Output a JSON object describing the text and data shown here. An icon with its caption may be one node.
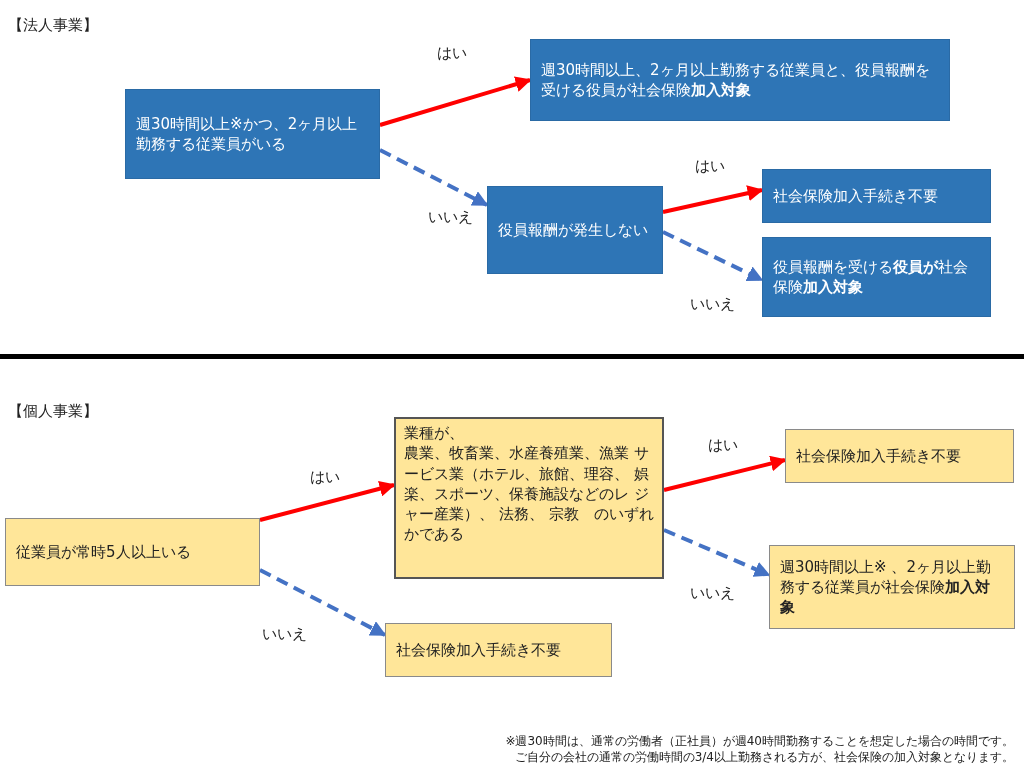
{
  "diagram": {
    "nodes": [
      {
        "text": [
          "週30時間以上※かつ、2ヶ月以上勤務する従業員がいる"
        ]
      },
      {
        "text": [
          "週30時間以上、2ヶ月以上勤務する従業員と、役員報酬を受ける役員が社会保険**加入対象**"
        ]
      },
      {
        "text": [
          "役員報酬が発生しない"
        ]
      },
      {
        "text": [
          "社会保険加入手続き不要"
        ]
      },
      {
        "text": [
          "役員報酬を受ける**役員が**社会保険**加入対象**"
        ]
      },
      {
        "text": [
          "従業員が常時5人以上いる"
        ]
      },
      {
        "text": [
          "業種が、",
          "農業、牧畜業、水産養殖業、漁業 サービス業（ホテル、旅館、理容、 娯楽、スポーツ、保養施設などのレ ジャー産業）、 法務、 宗教　のいずれかである"
        ]
      },
      {
        "text": [
          "社会保険加入手続き不要"
        ]
      },
      {
        "text": [
          "社会保険加入手続き不要"
        ]
      },
      {
        "text": [
          "週30時間以上※ 、2ヶ月以上勤務する従業員が社会保険**加入対象**"
        ]
      }
    ],
    "edges": [
      {
        "from": 0,
        "to": 1,
        "arrow": "to",
        "label": "はい",
        "color": "#ff0000"
      },
      {
        "from": 0,
        "to": 2,
        "arrow": "to",
        "label": "いいえ",
        "style": "dashed",
        "color": "#4472c4"
      },
      {
        "from": 2,
        "to": 3,
        "arrow": "to",
        "label": "はい",
        "color": "#ff0000"
      },
      {
        "from": 2,
        "to": 4,
        "arrow": "to",
        "label": "いいえ",
        "style": "dashed",
        "color": "#4472c4"
      },
      {
        "from": 5,
        "to": 6,
        "arrow": "to",
        "label": "はい",
        "color": "#ff0000"
      },
      {
        "from": 5,
        "to": 7,
        "arrow": "to",
        "label": "いいえ",
        "style": "dashed",
        "color": "#4472c4"
      },
      {
        "from": 6,
        "to": 8,
        "arrow": "to",
        "label": "はい",
        "color": "#ff0000"
      },
      {
        "from": 6,
        "to": 9,
        "arrow": "to",
        "label": "いいえ",
        "style": "dashed",
        "color": "#4472c4"
      }
    ],
    "labels": [
      "【法人事業】",
      "【個人事業】",
      "※週30時間は、通常の労働者（正社員）が週40時間勤務することを想定した場合の時間です。",
      "ご自分の会社の通常の労働時間の3/4以上勤務される方が、社会保険の加入対象となります。"
    ]
  }
}
